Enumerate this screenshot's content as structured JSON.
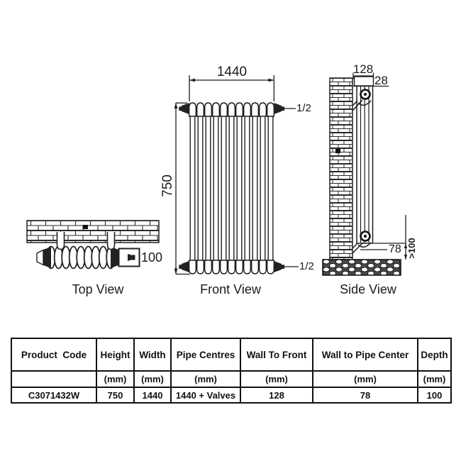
{
  "title": "Radiator dimension diagram",
  "views": {
    "top": {
      "label": "Top View",
      "depth": "100"
    },
    "front": {
      "label": "Front View",
      "width": "1440",
      "height": "750",
      "pipe_top": "1/2",
      "pipe_bottom": "1/2"
    },
    "side": {
      "label": "Side View",
      "wall_to_front": "128",
      "front_offset": "28",
      "wall_to_pipe": "78",
      "floor_clearance": ">100"
    }
  },
  "table": {
    "headers": [
      "Product  Code",
      "Height",
      "Width",
      "Pipe Centres",
      "Wall To Front",
      "Wall to Pipe Center",
      "Depth"
    ],
    "units": [
      "",
      "(mm)",
      "(mm)",
      "(mm)",
      "(mm)",
      "(mm)",
      "(mm)"
    ],
    "values": [
      "C3071432W",
      "750",
      "1440",
      "1440 + Valves",
      "128",
      "78",
      "100"
    ]
  },
  "colors": {
    "ink": "#1d1d1d",
    "background": "#ffffff"
  }
}
